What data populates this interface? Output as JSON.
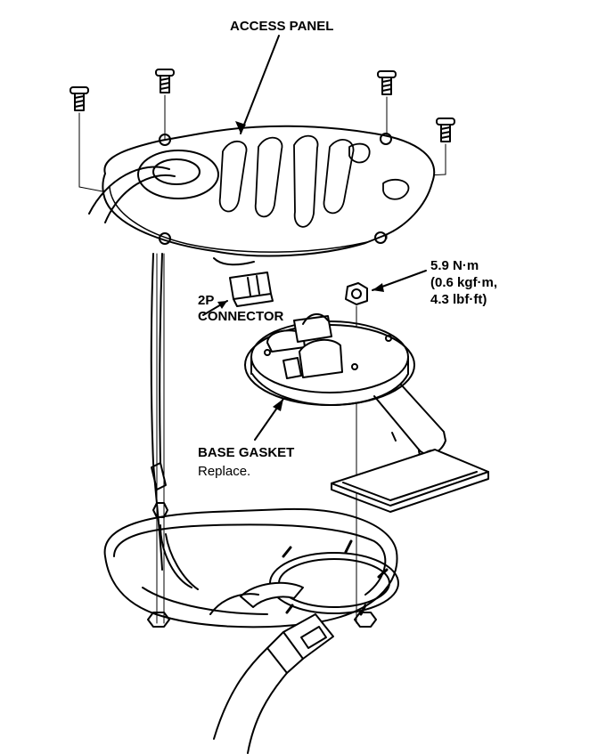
{
  "labels": {
    "access_panel": "ACCESS PANEL",
    "connector_line1": "2P",
    "connector_line2": "CONNECTOR",
    "torque_line1": "5.9 N·m",
    "torque_line2": "(0.6 kgf·m,",
    "torque_line3": "4.3 lbf·ft)",
    "base_gasket": "BASE GASKET",
    "base_gasket_note": "Replace."
  },
  "colors": {
    "line": "#000000",
    "background": "#ffffff"
  }
}
